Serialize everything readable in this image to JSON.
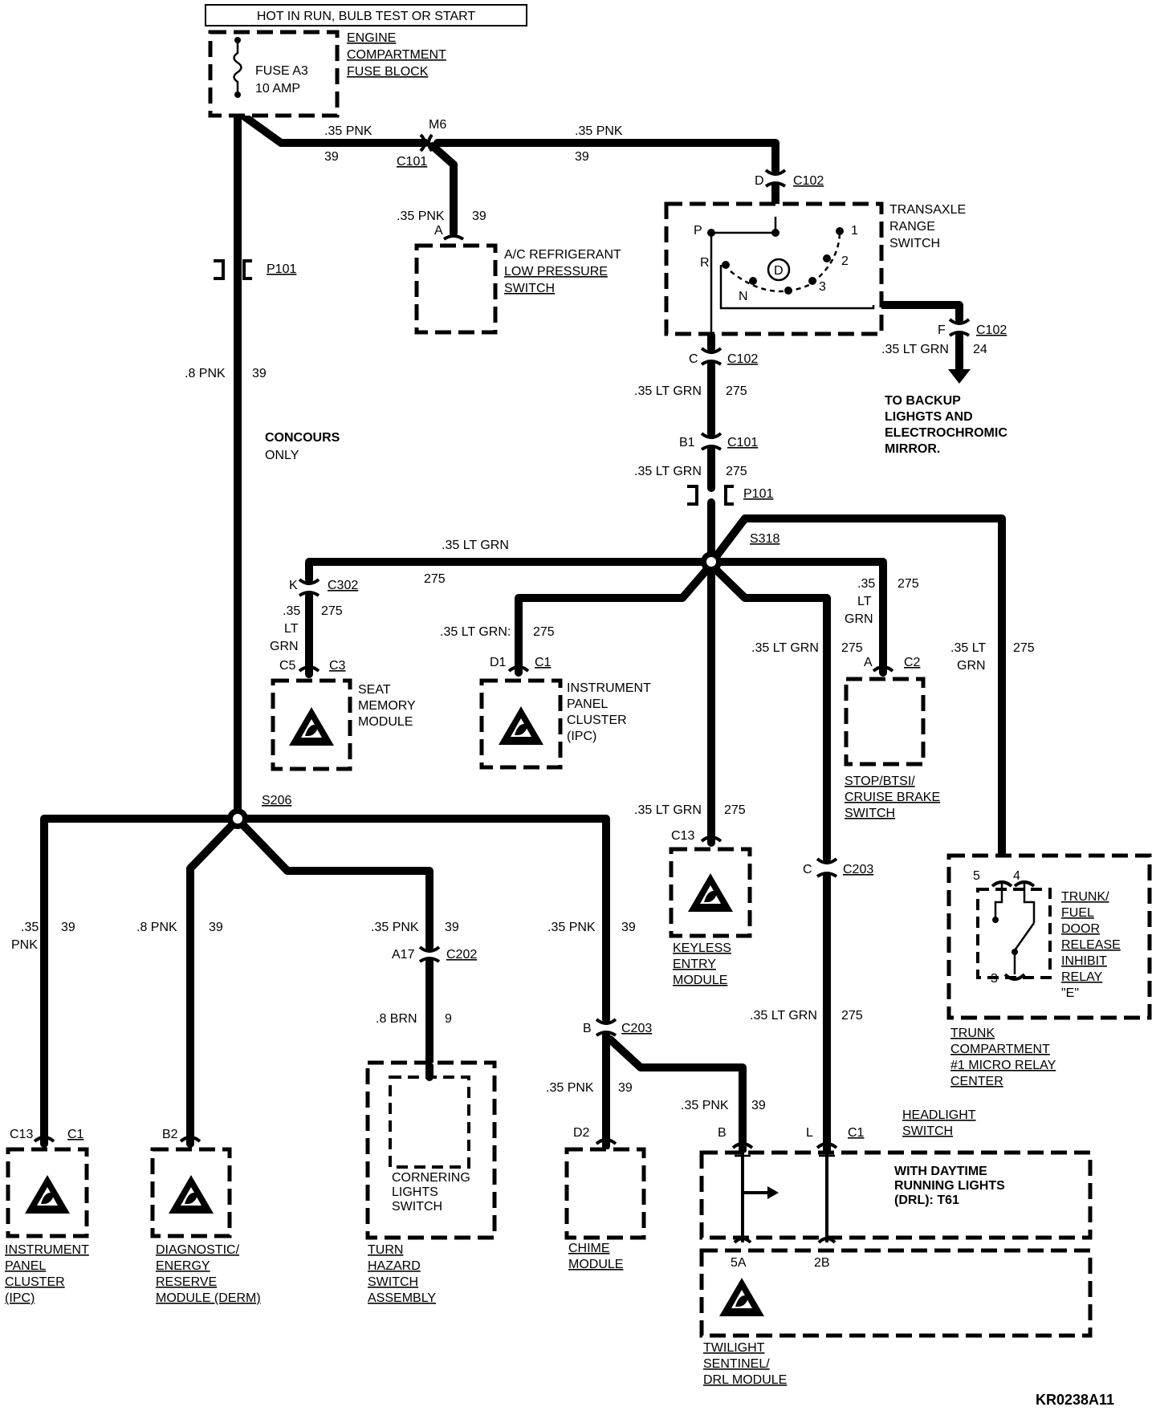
{
  "header_box": "HOT IN RUN,  BULB TEST OR START",
  "fuse_block": {
    "title": [
      "ENGINE",
      "COMPARTMENT",
      "FUSE BLOCK"
    ],
    "fuse_name": "FUSE A3",
    "fuse_rating": "10 AMP"
  },
  "wires": {
    "pnk_35": ".35 PNK",
    "pnk_8": ".8 PNK",
    "num_39": "39",
    "ltgrn_35": ".35 LT GRN",
    "ltgrn_35_sp": ".35 LT GRN:",
    "num_275": "275",
    "num_24": "24",
    "brn_8": ".8 BRN",
    "num_9": "9",
    "w35": ".35",
    "lt": "LT",
    "grn": "GRN",
    "pnk": "PNK",
    "lt35": ".35 LT"
  },
  "connectors": {
    "M6": "M6",
    "C101": "C101",
    "C102": "C102",
    "P101": "P101",
    "S318": "S318",
    "S206": "S206",
    "C302": "C302",
    "C3": "C3",
    "C1": "C1",
    "C2": "C2",
    "C203": "C203",
    "C202": "C202",
    "D": "D",
    "F": "F",
    "C": "C",
    "B1": "B1",
    "K": "K",
    "C5": "C5",
    "D1": "D1",
    "A": "A",
    "C13": "C13",
    "B2": "B2",
    "A17": "A17",
    "B": "B",
    "D2": "D2",
    "L": "L",
    "5A": "5A",
    "2B": "2B",
    "p5": "5",
    "p4": "4",
    "p3": "3"
  },
  "range_switch": {
    "title": [
      "TRANSAXLE",
      "RANGE",
      "SWITCH"
    ],
    "P": "P",
    "R": "R",
    "N": "N",
    "D": "D",
    "g1": "1",
    "g2": "2",
    "g3": "3"
  },
  "ac_switch": [
    "A/C REFRIGERANT",
    "LOW PRESSURE",
    "SWITCH"
  ],
  "backup_note": [
    "TO BACKUP",
    "LIGHGTS AND",
    "ELECTROCHROMIC",
    "MIRROR."
  ],
  "concours_note": [
    "CONCOURS",
    "ONLY"
  ],
  "seat_module": [
    "SEAT",
    "MEMORY",
    "MODULE"
  ],
  "ipc_top": [
    "INSTRUMENT",
    "PANEL",
    "CLUSTER",
    "(IPC)"
  ],
  "stop_switch": [
    "STOP/BTSI/",
    "CRUISE BRAKE",
    "SWITCH"
  ],
  "keyless": [
    "KEYLESS",
    "ENTRY",
    "MODULE"
  ],
  "trunk_relay": [
    "TRUNK/",
    "FUEL",
    "DOOR",
    "RELEASE",
    "INHIBIT",
    "RELAY",
    "\"E\""
  ],
  "trunk_center": [
    "TRUNK",
    "COMPARTMENT",
    "#1 MICRO RELAY",
    "CENTER"
  ],
  "ipc_bottom": [
    "INSTRUMENT",
    "PANEL",
    "CLUSTER",
    "(IPC)"
  ],
  "derm": [
    "DIAGNOSTIC/",
    "ENERGY",
    "RESERVE",
    "MODULE (DERM)"
  ],
  "turn_hazard": [
    "TURN",
    "HAZARD",
    "SWITCH",
    "ASSEMBLY"
  ],
  "cornering": [
    "CORNERING",
    "LIGHTS",
    "SWITCH"
  ],
  "chime": [
    "CHIME",
    "MODULE"
  ],
  "headlight_switch": [
    "HEADLIGHT",
    "SWITCH"
  ],
  "drl_note": [
    "WITH DAYTIME",
    "RUNNING LIGHTS",
    "(DRL): T61"
  ],
  "twilight": [
    "TWILIGHT",
    "SENTINEL/",
    "DRL MODULE"
  ],
  "diagram_id": "KR0238A11"
}
